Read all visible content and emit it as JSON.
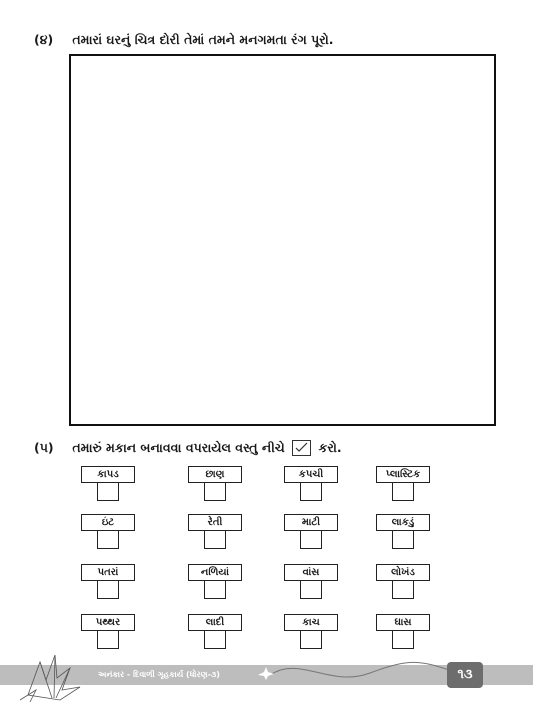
{
  "q4": {
    "number": "(૪)",
    "text": "તમારાં ઘરનું ચિત્ર દોરી તેમાં તમને મનગમતા રંગ પૂરો."
  },
  "q5": {
    "number": "(૫)",
    "text_before": "તમારું મકાન બનાવવા વપરાયેલ વસ્તુ નીચે",
    "text_after": "કરો."
  },
  "materials": [
    [
      "કાપડ",
      "છાણ",
      "કપચી",
      "પ્લાસ્ટિક"
    ],
    [
      "ઇંટ",
      "રેતી",
      "માટી",
      "લાકડું"
    ],
    [
      "પતરાં",
      "નળિયાં",
      "વાંસ",
      "લોખંડ"
    ],
    [
      "પથ્થર",
      "લાદી",
      "કાચ",
      "ઘાસ"
    ]
  ],
  "footer": {
    "text": "અનંકાર - દિવાળી ગૃહકાર્ય (ધોરણ-૩)",
    "page_number": "૧૩"
  }
}
